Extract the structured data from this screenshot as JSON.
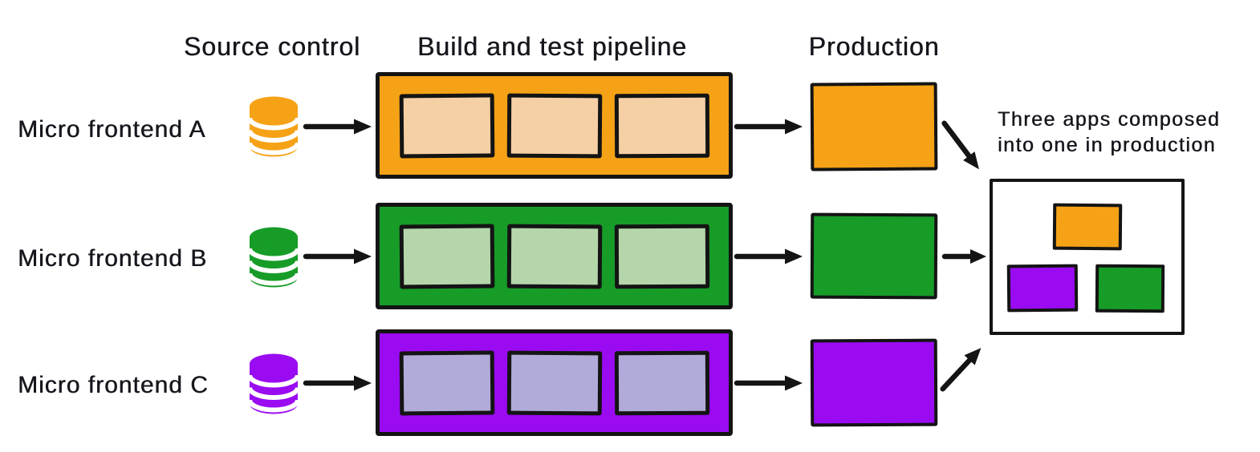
{
  "column_headers": {
    "source_control": "Source control",
    "build_and_test_pipeline": "Build and test pipeline",
    "production": "Production"
  },
  "rows": [
    {
      "label": "Micro frontend A",
      "color": "orange",
      "source_icon": "database-icon",
      "pipeline_stages": 3
    },
    {
      "label": "Micro frontend B",
      "color": "green",
      "source_icon": "database-icon",
      "pipeline_stages": 3
    },
    {
      "label": "Micro frontend C",
      "color": "purple",
      "source_icon": "database-icon",
      "pipeline_stages": 3
    }
  ],
  "annotation": {
    "line1": "Three apps composed",
    "line2": "into one in production"
  },
  "composed_box": {
    "apps": [
      "orange",
      "purple",
      "green"
    ]
  },
  "colors": {
    "orange": "#F6A216",
    "orange_light": "#F5D0A5",
    "green": "#179C28",
    "green_light": "#B5D6AB",
    "purple": "#9A0BF2",
    "purple_light": "#B1ABD9",
    "outline": "#141414",
    "text": "#16161d"
  }
}
